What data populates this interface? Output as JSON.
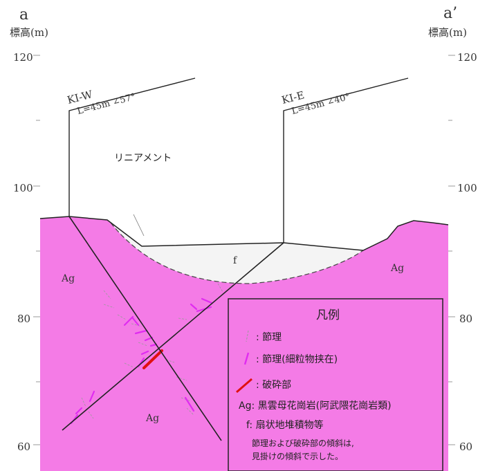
{
  "section": {
    "left_label": "a",
    "right_label": "a’",
    "elevation_label": "標高(m)",
    "elevation_ticks": [
      "120",
      "100",
      "80",
      "60"
    ]
  },
  "boreholes": [
    {
      "name": "KI-W",
      "spec": "L=45m ∠57°"
    },
    {
      "name": "KI-E",
      "spec": "L=45m ∠40°"
    }
  ],
  "annotations": {
    "lineament": "リニアメント",
    "fan_deposit": "f",
    "granite_labels": [
      "Ag",
      "Ag",
      "Ag"
    ]
  },
  "legend": {
    "title": "凡例",
    "items": [
      {
        "symbol": "joint",
        "text": ": 節理"
      },
      {
        "symbol": "joint-fine",
        "text": ": 節理(細粒物挟在)"
      },
      {
        "symbol": "fracture",
        "text": ": 破砕部"
      },
      {
        "symbol": "Ag",
        "text": "Ag: 黒雲母花崗岩(阿武隈花崗岩類)"
      },
      {
        "symbol": "f",
        "text": "f: 扇状地堆積物等"
      }
    ],
    "note_line1": "節理および破砕部の傾斜は,",
    "note_line2": "見掛けの傾斜で示した。"
  },
  "colors": {
    "granite": "#f47be6",
    "fan": "#f4f4f4",
    "joint": "#999999",
    "joint_fine": "#e02cf0",
    "fracture": "#e01010"
  }
}
